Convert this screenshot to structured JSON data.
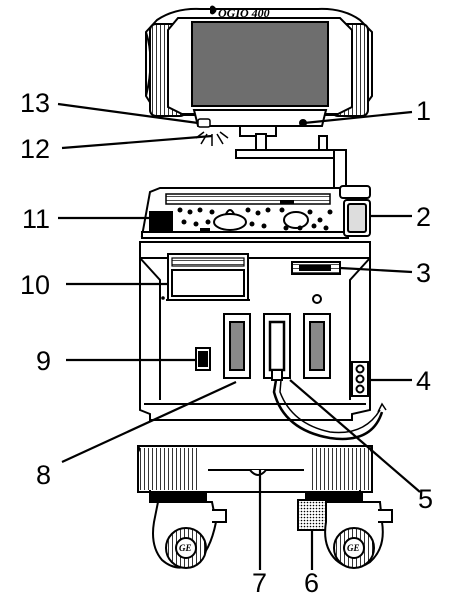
{
  "monitor": {
    "brand_text": "OGIQ 400",
    "wheel_logo": "GE"
  },
  "callouts": [
    {
      "id": "1",
      "text": "1"
    },
    {
      "id": "2",
      "text": "2"
    },
    {
      "id": "3",
      "text": "3"
    },
    {
      "id": "4",
      "text": "4"
    },
    {
      "id": "5",
      "text": "5"
    },
    {
      "id": "6",
      "text": "6"
    },
    {
      "id": "7",
      "text": "7"
    },
    {
      "id": "8",
      "text": "8"
    },
    {
      "id": "9",
      "text": "9"
    },
    {
      "id": "10",
      "text": "10"
    },
    {
      "id": "11",
      "text": "11"
    },
    {
      "id": "12",
      "text": "12"
    },
    {
      "id": "13",
      "text": "13"
    }
  ]
}
